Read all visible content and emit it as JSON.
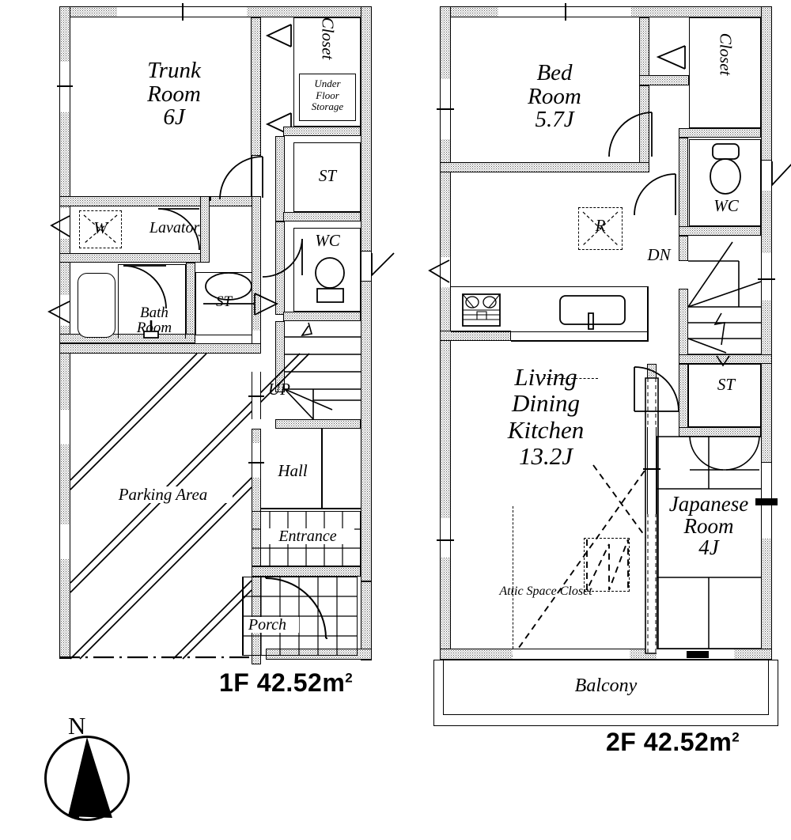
{
  "document": {
    "type": "residential-floor-plan",
    "floors": 2
  },
  "floor1": {
    "area_label": "1F  42.52",
    "area_unit": "m",
    "area_sup": "2",
    "rooms": [
      {
        "id": "trunk-room",
        "name": "Trunk\nRoom\n6J"
      },
      {
        "id": "closet",
        "name": "Closet"
      },
      {
        "id": "under-floor-storage",
        "name": "Under\nFloor\nStorage"
      },
      {
        "id": "storage-1",
        "name": "ST"
      },
      {
        "id": "wc",
        "name": "WC"
      },
      {
        "id": "washer",
        "name": "W"
      },
      {
        "id": "lavatory",
        "name": "Lavatory"
      },
      {
        "id": "bath-room",
        "name": "Bath\nRoom"
      },
      {
        "id": "storage-2",
        "name": "ST"
      },
      {
        "id": "stairs-up",
        "name": "UP"
      },
      {
        "id": "hall",
        "name": "Hall"
      },
      {
        "id": "parking-area",
        "name": "Parking Area"
      },
      {
        "id": "entrance",
        "name": "Entrance"
      },
      {
        "id": "porch",
        "name": "Porch"
      }
    ]
  },
  "floor2": {
    "area_label": "2F 42.52",
    "area_unit": "m",
    "area_sup": "2",
    "rooms": [
      {
        "id": "bed-room",
        "name": "Bed\nRoom\n5.7J"
      },
      {
        "id": "closet",
        "name": "Closet"
      },
      {
        "id": "wc",
        "name": "WC"
      },
      {
        "id": "refrigerator",
        "name": "R"
      },
      {
        "id": "stairs-down",
        "name": "DN"
      },
      {
        "id": "storage",
        "name": "ST"
      },
      {
        "id": "ldk",
        "name": "Living\nDining\nKitchen\n13.2J"
      },
      {
        "id": "attic-space-closet",
        "name": "Attic Space Closet"
      },
      {
        "id": "japanese-room",
        "name": "Japanese\nRoom\n4J"
      },
      {
        "id": "balcony",
        "name": "Balcony"
      }
    ]
  },
  "compass": {
    "north_label": "N"
  },
  "colors": {
    "ink": "#000000",
    "paper": "#ffffff",
    "wall_fill": "#555555"
  }
}
